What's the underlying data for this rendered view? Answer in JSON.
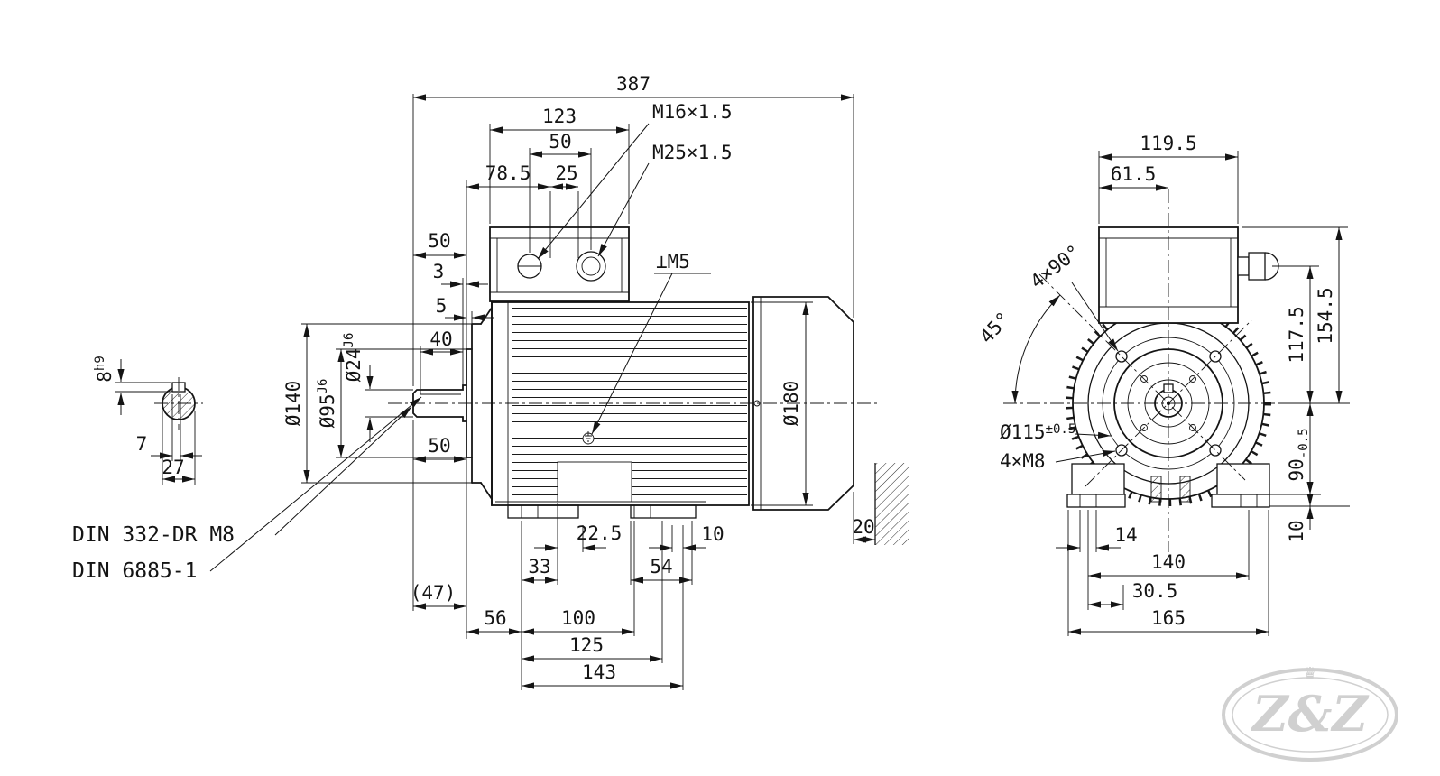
{
  "shaft_detail": {
    "key_size": "8",
    "key_tol": "h9",
    "dim_7": "7",
    "dim_27": "27"
  },
  "side": {
    "overall": "387",
    "box_width": "123",
    "gland_spacing": "50",
    "face_to_gland": "78.5",
    "gland_offset": "25",
    "gland_small": "M16×1.5",
    "gland_large": "M25×1.5",
    "shaft_ext": "50",
    "dim_3": "3",
    "dim_5": "5",
    "key_length": "40",
    "earth_thread": "⊥M5",
    "shaft_dia": "Ø24",
    "shaft_dia_tol": "J6",
    "spigot_dia": "Ø95",
    "spigot_dia_tol": "J6",
    "flange_dia": "Ø140",
    "dim_50_lower": "50",
    "frame_dia": "Ø180",
    "centre_hole_std": "DIN 332-DR M8",
    "key_std": "DIN 6885-1",
    "dim_47": "(47)",
    "dim_56": "56",
    "dim_33": "33",
    "dim_22_5": "22.5",
    "dim_54": "54",
    "dim_10": "10",
    "dim_100": "100",
    "dim_125": "125",
    "dim_143": "143",
    "wall_clearance": "20"
  },
  "front": {
    "box_width": "119.5",
    "box_center": "61.5",
    "bolt_pattern": "4×90°",
    "bolt_angle": "45°",
    "gland_height": "117.5",
    "overall_height": "154.5",
    "bolt_circle_dia": "Ø115",
    "bolt_circle_tol": "±0.5",
    "bolt_holes": "4×M8",
    "shaft_height": "90",
    "shaft_height_tol": "-0.5",
    "slot_width": "14",
    "pad_height": "10",
    "hole_spacing": "140",
    "dim_30_5": "30.5",
    "foot_width": "165"
  },
  "watermark": {
    "text": "Z&Z"
  }
}
